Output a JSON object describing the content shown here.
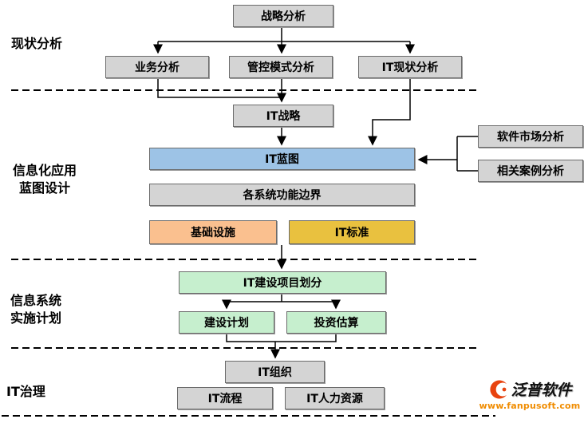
{
  "stages": {
    "current_state": {
      "label": "现状分析"
    },
    "blueprint_design": {
      "line1": "信息化应用",
      "line2": "蓝图设计"
    },
    "implementation_plan": {
      "line1": "信息系统",
      "line2": "实施计划"
    },
    "it_governance": {
      "label": "IT治理"
    }
  },
  "nodes": {
    "strategy_analysis": {
      "label": "战略分析",
      "bg": "#d4d4d4"
    },
    "business_analysis": {
      "label": "业务分析",
      "bg": "#d4d4d4"
    },
    "control_model_analysis": {
      "label": "管控模式分析",
      "bg": "#d4d4d4"
    },
    "it_status_analysis": {
      "label": "IT现状分析",
      "bg": "#d4d4d4"
    },
    "it_strategy": {
      "label": "IT战略",
      "bg": "#d4d4d4"
    },
    "it_blueprint": {
      "label": "IT蓝图",
      "bg": "#9dc3e6"
    },
    "software_market_analysis": {
      "label": "软件市场分析",
      "bg": "#d4d4d4"
    },
    "related_case_analysis": {
      "label": "相关案例分析",
      "bg": "#d4d4d4"
    },
    "system_function_boundary": {
      "label": "各系统功能边界",
      "bg": "#d4d4d4"
    },
    "infrastructure": {
      "label": "基础设施",
      "bg": "#fac08f"
    },
    "it_standard": {
      "label": "IT标准",
      "bg": "#e9c13f"
    },
    "it_project_division": {
      "label": "IT建设项目划分",
      "bg": "#c6efce"
    },
    "construction_plan": {
      "label": "建设计划",
      "bg": "#c6efce"
    },
    "investment_estimate": {
      "label": "投资估算",
      "bg": "#c6efce"
    },
    "it_organization": {
      "label": "IT组织",
      "bg": "#d4d4d4"
    },
    "it_process": {
      "label": "IT流程",
      "bg": "#d4d4d4"
    },
    "it_hr": {
      "label": "IT人力资源",
      "bg": "#d4d4d4"
    }
  },
  "logo": {
    "brand": "泛普软件",
    "url": "www.fanpusoft.com",
    "accent": "#e8430f",
    "url_color": "#f08c00"
  }
}
